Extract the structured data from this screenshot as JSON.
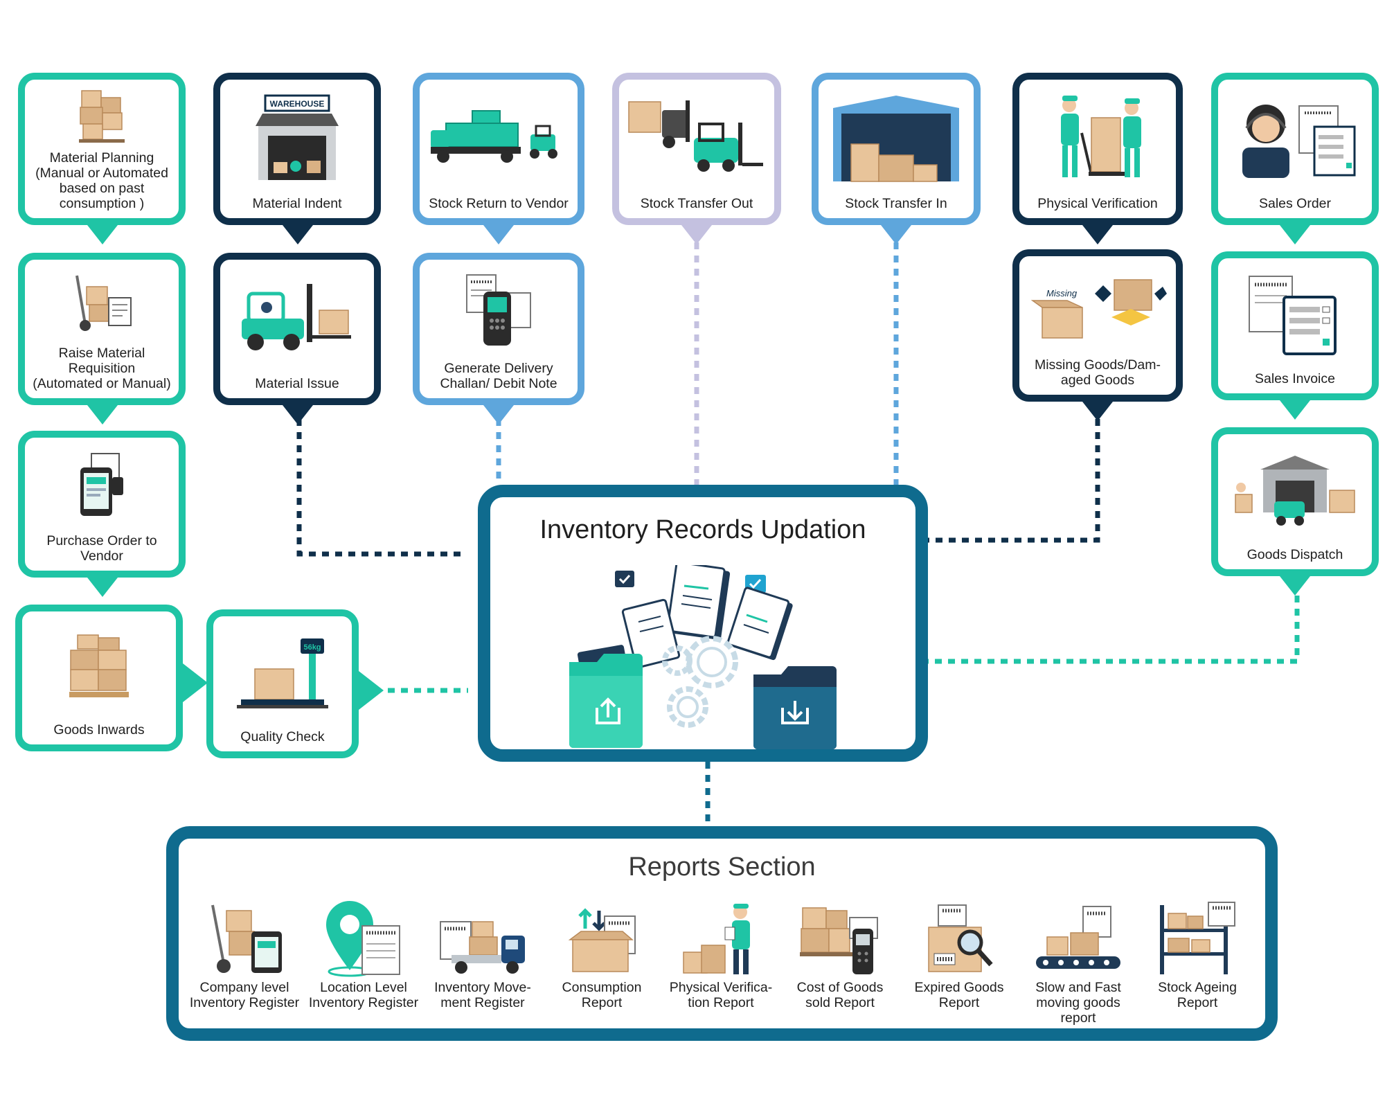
{
  "colors": {
    "teal": "#1fc4a5",
    "navy": "#0f2f4a",
    "blue": "#5ea6dc",
    "lavender": "#c4c1e0",
    "hub": "#0f6b8e"
  },
  "hub": {
    "title": "Inventory Records Updation",
    "icons": [
      "document-icon",
      "gear-icon",
      "upload-folder-icon",
      "download-folder-icon",
      "checkbox-icon"
    ]
  },
  "chains": [
    {
      "color": "teal",
      "steps": [
        "Material Planning\n(Manual or Automated\nbased on past\nconsumption )",
        "Raise Material\nRequisition\n(Automated or Manual)",
        "Purchase Order to\nVendor",
        "Goods Inwards",
        "Quality Check"
      ]
    },
    {
      "color": "navy",
      "steps": [
        "Material Indent",
        "Material Issue"
      ]
    },
    {
      "color": "blue",
      "steps": [
        "Stock Return to Vendor",
        "Generate Delivery\nChallan/ Debit Note"
      ]
    },
    {
      "color": "lavender",
      "steps": [
        "Stock Transfer Out"
      ]
    },
    {
      "color": "blue",
      "steps": [
        "Stock Transfer In"
      ]
    },
    {
      "color": "navy",
      "steps": [
        "Physical Verification",
        "Missing Goods/Dam-\naged Goods"
      ]
    },
    {
      "color": "teal",
      "steps": [
        "Sales Order",
        "Sales Invoice",
        "Goods Dispatch"
      ]
    }
  ],
  "art_text": {
    "warehouse_sign": "WAREHOUSE",
    "scale_reading": "56kg",
    "missing_tag": "Missing"
  },
  "reports": {
    "title": "Reports Section",
    "items": [
      {
        "label": "Company level\nInventory Register",
        "icon": "hand-truck-tablet-icon"
      },
      {
        "label": "Location Level\nInventory Register",
        "icon": "location-pin-icon"
      },
      {
        "label": "Inventory Move-\nment Register",
        "icon": "truck-icon"
      },
      {
        "label": "Consumption\nReport",
        "icon": "open-box-icon"
      },
      {
        "label": "Physical Verifica-\ntion Report",
        "icon": "worker-icon"
      },
      {
        "label": "Cost of Goods\nsold Report",
        "icon": "scanner-icon"
      },
      {
        "label": "Expired Goods\nReport",
        "icon": "magnifier-icon"
      },
      {
        "label": "Slow and Fast\nmoving goods\nreport",
        "icon": "conveyor-icon"
      },
      {
        "label": "Stock Ageing\nReport",
        "icon": "shelf-icon"
      }
    ]
  }
}
